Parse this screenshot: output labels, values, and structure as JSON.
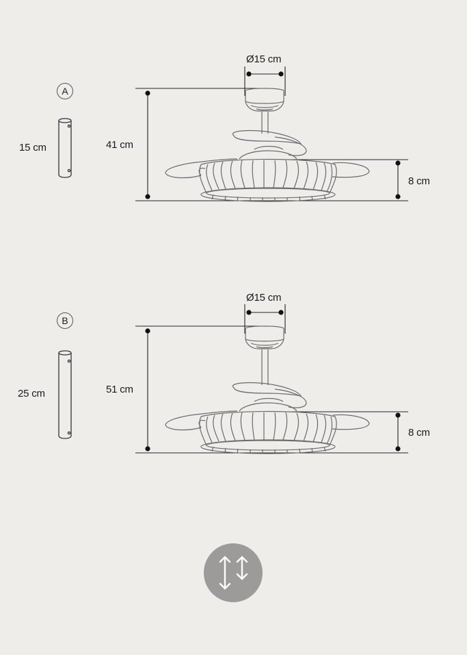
{
  "configurations": [
    {
      "id": "A",
      "badge": "A",
      "rod_length": "15 cm",
      "total_height": "41 cm",
      "canopy_diameter": "Ø15 cm",
      "body_height": "8 cm"
    },
    {
      "id": "B",
      "badge": "B",
      "rod_length": "25 cm",
      "total_height": "51 cm",
      "canopy_diameter": "Ø15 cm",
      "body_height": "8 cm"
    }
  ],
  "footer_icon": {
    "name": "adjustable-height-icon",
    "color": "#9c9b99"
  },
  "colors": {
    "background": "#efedea",
    "line": "#1a1a1a",
    "drawing": "#6a6a6a"
  }
}
